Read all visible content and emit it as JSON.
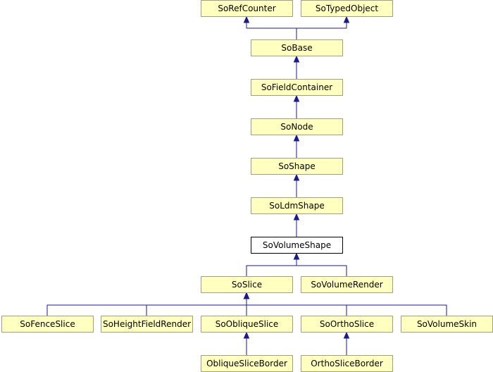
{
  "diagram": {
    "type": "class-inheritance",
    "current_class": "SoVolumeShape",
    "colors": {
      "node_fill": "#ffffc0",
      "node_border": "#a0a080",
      "current_node_fill": "#ffffff",
      "current_node_border": "#000000",
      "edge": "#1a1a8c"
    },
    "nodes": [
      {
        "id": "sorefcounter",
        "label": "SoRefCounter"
      },
      {
        "id": "sotypedobject",
        "label": "SoTypedObject"
      },
      {
        "id": "sobase",
        "label": "SoBase"
      },
      {
        "id": "sofieldcontainer",
        "label": "SoFieldContainer"
      },
      {
        "id": "sonode",
        "label": "SoNode"
      },
      {
        "id": "soshape",
        "label": "SoShape"
      },
      {
        "id": "soldmshape",
        "label": "SoLdmShape"
      },
      {
        "id": "sovolumeshape",
        "label": "SoVolumeShape"
      },
      {
        "id": "soslice",
        "label": "SoSlice"
      },
      {
        "id": "sovolumerender",
        "label": "SoVolumeRender"
      },
      {
        "id": "sofenceslice",
        "label": "SoFenceSlice"
      },
      {
        "id": "soheightfieldrender",
        "label": "SoHeightFieldRender"
      },
      {
        "id": "soobliqueslice",
        "label": "SoObliqueSlice"
      },
      {
        "id": "soorthoslice",
        "label": "SoOrthoSlice"
      },
      {
        "id": "sovolumeskin",
        "label": "SoVolumeSkin"
      },
      {
        "id": "obliquesliceborder",
        "label": "ObliqueSliceBorder"
      },
      {
        "id": "orthosliceborder",
        "label": "OrthoSliceBorder"
      }
    ],
    "edges": [
      {
        "parent": "sorefcounter",
        "children": [
          "sobase"
        ]
      },
      {
        "parent": "sotypedobject",
        "children": [
          "sobase"
        ]
      },
      {
        "parent": "sobase",
        "children": [
          "sofieldcontainer"
        ]
      },
      {
        "parent": "sofieldcontainer",
        "children": [
          "sonode"
        ]
      },
      {
        "parent": "sonode",
        "children": [
          "soshape"
        ]
      },
      {
        "parent": "soshape",
        "children": [
          "soldmshape"
        ]
      },
      {
        "parent": "soldmshape",
        "children": [
          "sovolumeshape"
        ]
      },
      {
        "parent": "sovolumeshape",
        "children": [
          "soslice",
          "sovolumerender"
        ]
      },
      {
        "parent": "soslice",
        "children": [
          "sofenceslice",
          "soheightfieldrender",
          "soobliqueslice",
          "soorthoslice",
          "sovolumeskin"
        ]
      },
      {
        "parent": "soobliqueslice",
        "children": [
          "obliquesliceborder"
        ]
      },
      {
        "parent": "soorthoslice",
        "children": [
          "orthosliceborder"
        ]
      }
    ]
  }
}
